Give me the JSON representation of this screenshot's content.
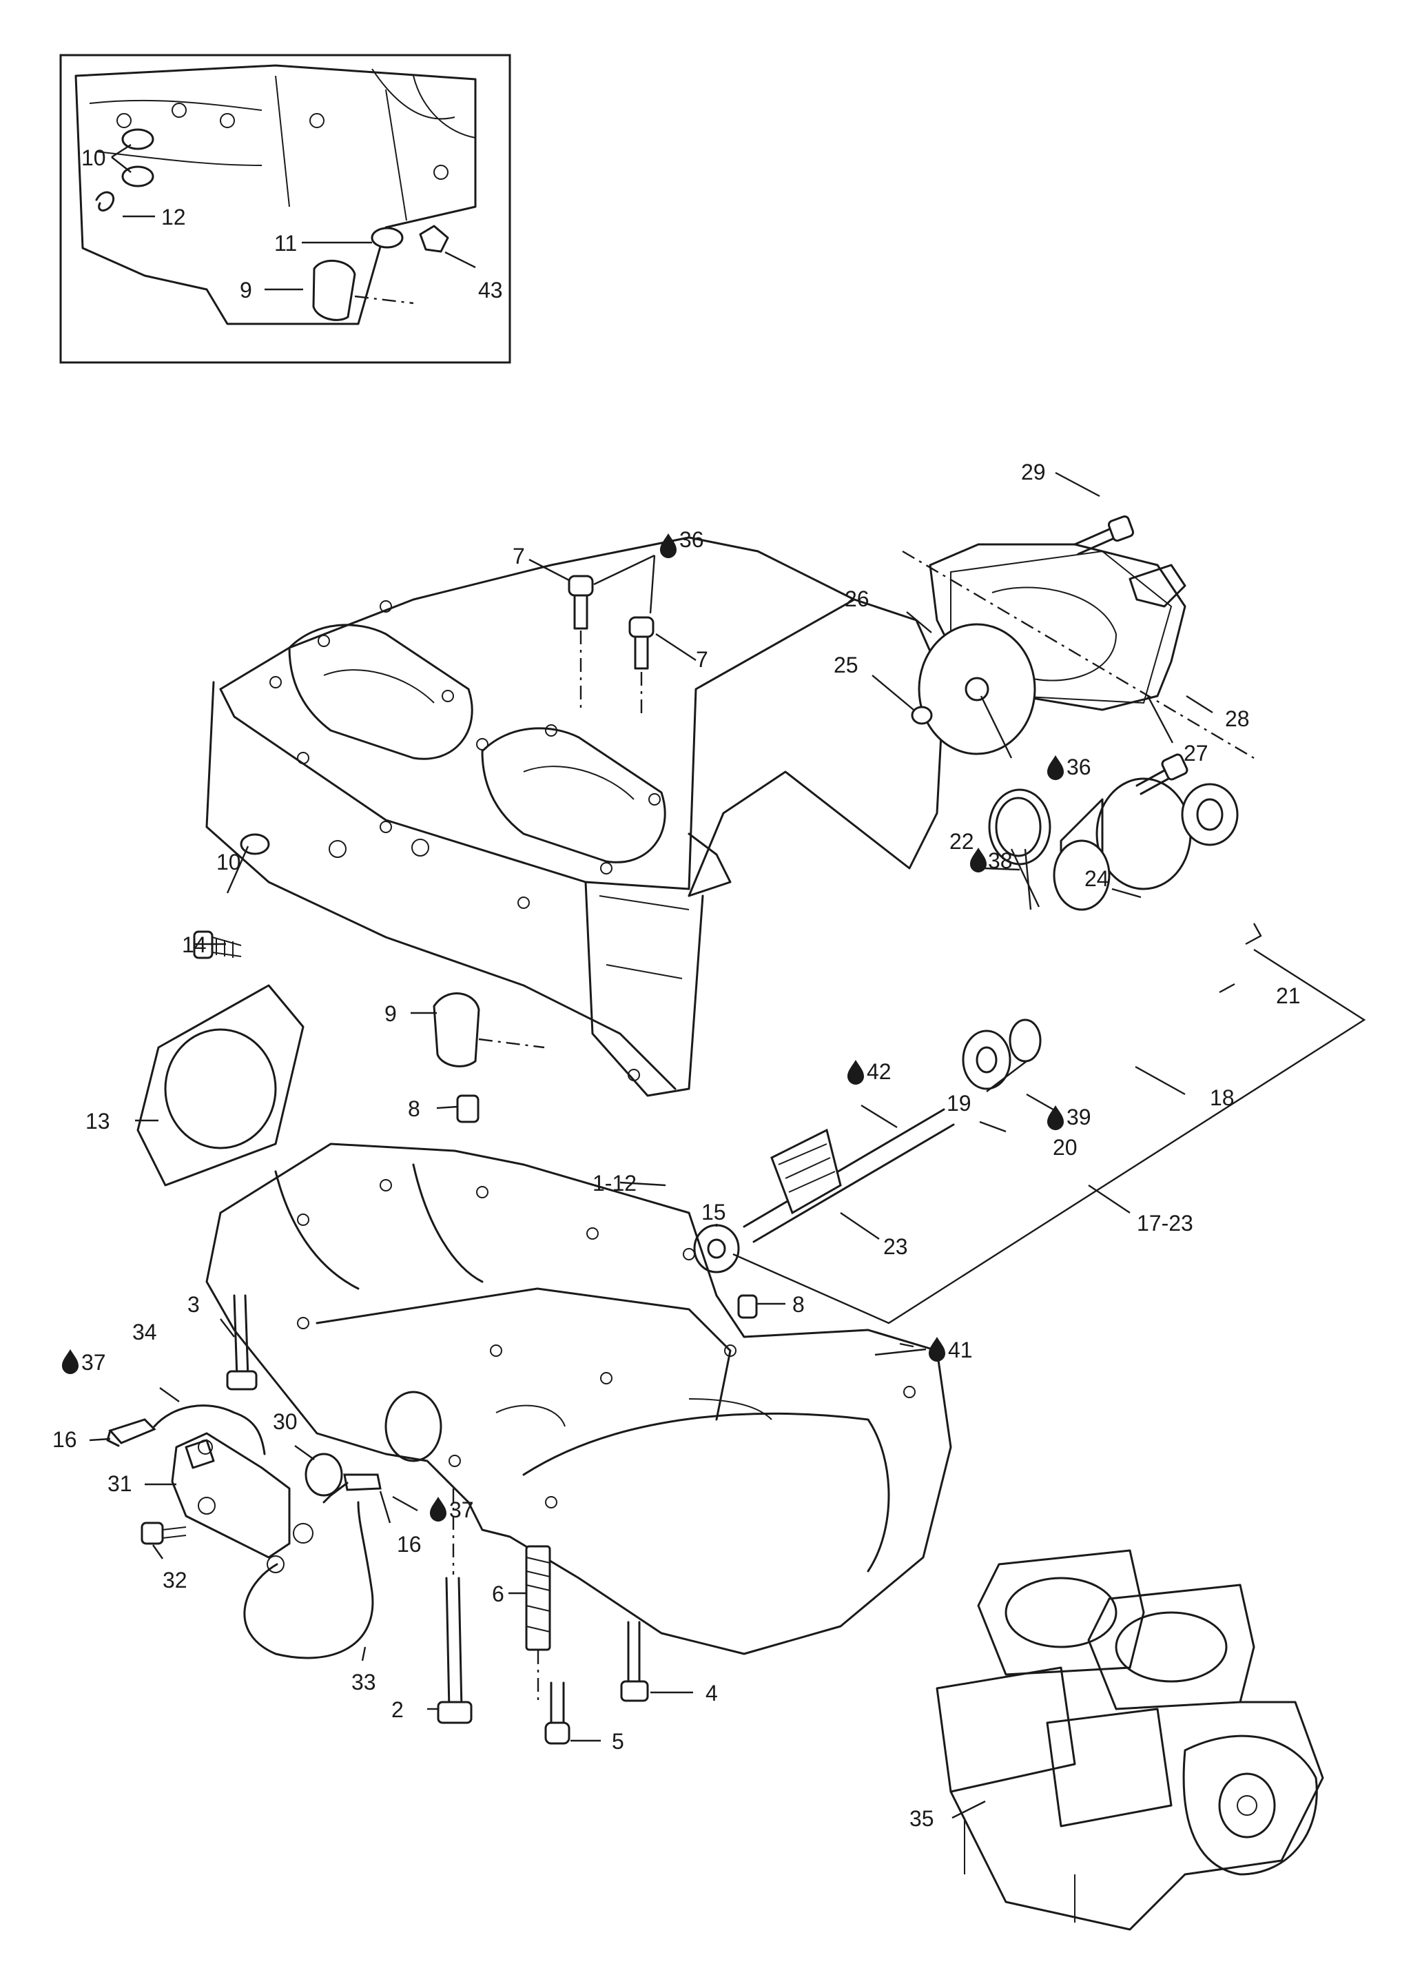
{
  "labels": {
    "inset_10": "10",
    "inset_12": "12",
    "inset_11": "11",
    "inset_9": "9",
    "inset_43": "43",
    "l29": "29",
    "l7a": "7",
    "l36a": "36",
    "l7b": "7",
    "l26": "26",
    "l25": "25",
    "l36b": "36",
    "l27": "27",
    "l28": "28",
    "l22": "22",
    "l38": "38",
    "l24": "24",
    "l21": "21",
    "l10": "10",
    "l14": "14",
    "l9": "9",
    "l13": "13",
    "l19": "19",
    "l18": "18",
    "l39": "39",
    "l42": "42",
    "l20": "20",
    "l8a": "8",
    "l1_12": "1-12",
    "l15": "15",
    "l23": "23",
    "l17_23": "17-23",
    "l8b": "8",
    "l3": "3",
    "l34": "34",
    "l37a": "37",
    "l41": "41",
    "l16a": "16",
    "l30": "30",
    "l31": "31",
    "l37b": "37",
    "l16b": "16",
    "l32": "32",
    "l6": "6",
    "l33": "33",
    "l2": "2",
    "l4": "4",
    "l5": "5",
    "l35": "35"
  },
  "icons": {
    "lubricant": "oil-drop-icon"
  }
}
